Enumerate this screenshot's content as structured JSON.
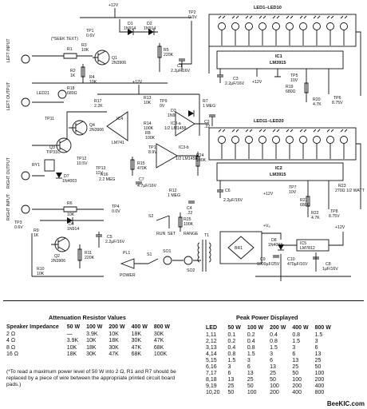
{
  "schematic": {
    "labels": {
      "plus12v_top": "+12V",
      "tp2": "TP2",
      "tp2_v": "0.0V",
      "tp1": "TP1",
      "tp1_v": "0.6V",
      "d1": "D1",
      "d1_part": "1N914",
      "d2": "D2",
      "d2_part": "1N914",
      "seek_text": "(*SEEK TEXT)",
      "r1": "R1",
      "r3": "R3",
      "r3_v": "10K",
      "q1": "Q1",
      "q1_part": "2N3906",
      "r5": "R5",
      "r5_v": "220K",
      "c1": "C1",
      "c1_v": "2.2µF/16V",
      "left_input": "LEFT INPUT",
      "r2": "R2",
      "r2_v": "1K",
      "r4": "R4",
      "r4_v": "10K",
      "led1_10": "LED1–LED10",
      "ic1": "IC1",
      "ic1_part": "LM3915",
      "c3": "C3",
      "c3_v": "2.2µF/16V",
      "plus12v_ic1": "+12V",
      "tp5": "TP5",
      "tp5_v": "10V",
      "r19": "R19",
      "r19_v": "680Ω",
      "r20": "R20",
      "r20_v": "4.7K",
      "tp6": "TP6",
      "tp6_v": "8.75V",
      "led21": "LED21",
      "r18": "R18",
      "r18_v": "680Ω",
      "left_output": "LEFT OUTPUT",
      "plus12v_mid": "+12V",
      "r17": "R17",
      "r17_v": "2.2K",
      "r13": "R13",
      "r13_v": "10K",
      "tp9": "TP9",
      "tp9_v": "0V",
      "d3": "D3",
      "d3_part": "1N914",
      "r7": "R7",
      "r7_v": "1 MEG",
      "tp11": "TP11",
      "q4": "Q4",
      "q4_part": "2N3906",
      "ic4": "IC4",
      "ic4_part": "LM741",
      "r14": "R14",
      "r14_v": "100K",
      "ic3a": "IC3-a",
      "ic3a_part": "1/2 LM1458",
      "c2": "C2",
      "c2_v": ".22",
      "q3": "Q3",
      "q3_part": "TIP31C",
      "r8": "R8",
      "r8_v": "100K",
      "tp10": "TP10",
      "tp10_v": "8.9V",
      "tp12": "TP12",
      "tp12_v": "10.5V",
      "ry1": "RY1",
      "d7": "D7",
      "d7_part": "1N4003",
      "tp13": "TP13",
      "tp13_v": "11V",
      "r15": "R15",
      "r15_v": "470K",
      "ic3b": "IC3-b",
      "ic3b_part": "1/2 LM1458",
      "r16": "R16",
      "r16_v": "2.2 MEG",
      "c7": "C7",
      "c7_v": "4.7µF/16V",
      "r24": "R24",
      "r24_v": "100K",
      "led11_20": "LED11–LED20",
      "ic2": "IC2",
      "ic2_part": "LM3915",
      "right_output": "RIGHT OUTPUT",
      "c6": "C6",
      "c6_v": "2.2µF/16V",
      "plus12v_ic2": "+12V",
      "tp7": "TP7",
      "tp7_v": "10V",
      "r21": "R21",
      "r21_v": "680Ω",
      "r23": "R23",
      "r23_v": "270Ω 1/2 WATT",
      "right_input": "RIGHT INPUT",
      "r12": "R12",
      "r12_v": "1 MEG",
      "c4": "C4",
      "c4_v": ".22",
      "r22": "R22",
      "r22_v": "4.7K",
      "tp8": "TP8",
      "tp8_v": "8.75V",
      "tp3": "TP3",
      "tp3_v": "0.6V",
      "d4": "D4",
      "d4_part": "1N914",
      "tp4": "TP4",
      "tp4_v": "0.0V",
      "s2": "S2",
      "r9": "R9",
      "r9_v": "1K",
      "r25": "R25",
      "r25_v": "100K",
      "run": "RUN",
      "set": "SET",
      "range": "RANGE",
      "c5": "C5",
      "c5_v": "2.2µF/16V",
      "q2": "Q2",
      "q2_part": "2N3906",
      "r11": "R11",
      "r11_v": "220K",
      "r10": "R10",
      "r10_v": "10K",
      "r6": "R6",
      "r6_v": "10K",
      "t1": "T1",
      "br1": "BR1",
      "d8": "D8",
      "d8_part": "1N4003",
      "plus_va": "+Vₐ",
      "c9": "C9",
      "c9_v": "1000µF/25V",
      "ic5": "IC5",
      "ic5_part": "LM7812",
      "plus12v_reg": "+12V",
      "c10": "C10",
      "c10_v": "470µF/16V",
      "c8": "C8",
      "c8_v": "1µF/16V",
      "pl1": "PL1",
      "s1": "S1",
      "so1": "SO1",
      "so2": "SO2",
      "power": "POWER"
    }
  },
  "attenuation": {
    "title": "Attenuation Resistor Values",
    "header": [
      "Speaker Impedance",
      "50 W",
      "100 W",
      "200 W",
      "400 W",
      "800 W"
    ],
    "rows": [
      [
        "2 Ω",
        "—",
        "3.9K",
        "10K",
        "18K",
        "30K"
      ],
      [
        "4 Ω",
        "3.9K",
        "10K",
        "18K",
        "30K",
        "47K"
      ],
      [
        "8 Ω",
        "10K",
        "18K",
        "30K",
        "47K",
        "68K"
      ],
      [
        "16 Ω",
        "18K",
        "30K",
        "47K",
        "68K",
        "100K"
      ]
    ],
    "note": "(*To read a maximum power level of 50 W into 2 Ω, R1 and R7 should be replaced by a piece of wire between the appropriate printed circuit board pads.)"
  },
  "peak_power": {
    "title": "Peak Power Displayed",
    "header": [
      "LED",
      "50 W",
      "100 W",
      "200 W",
      "400 W",
      "800 W"
    ],
    "rows": [
      [
        "1,11",
        "0.1",
        "0.2",
        "0.4",
        "0.8",
        "1.5"
      ],
      [
        "2,12",
        "0.2",
        "0.4",
        "0.8",
        "1.5",
        "3"
      ],
      [
        "3,13",
        "0.4",
        "0.8",
        "1.5",
        "3",
        "6"
      ],
      [
        "4,14",
        "0.8",
        "1.5",
        "3",
        "6",
        "13"
      ],
      [
        "5,15",
        "1.5",
        "3",
        "6",
        "13",
        "25"
      ],
      [
        "6,16",
        "3",
        "6",
        "13",
        "25",
        "50"
      ],
      [
        "7,17",
        "6",
        "13",
        "25",
        "50",
        "100"
      ],
      [
        "8,18",
        "13",
        "25",
        "50",
        "100",
        "200"
      ],
      [
        "9,19",
        "25",
        "50",
        "100",
        "200",
        "400"
      ],
      [
        "10,20",
        "50",
        "100",
        "200",
        "400",
        "800"
      ]
    ]
  },
  "watermark": "BeeKIC.com"
}
